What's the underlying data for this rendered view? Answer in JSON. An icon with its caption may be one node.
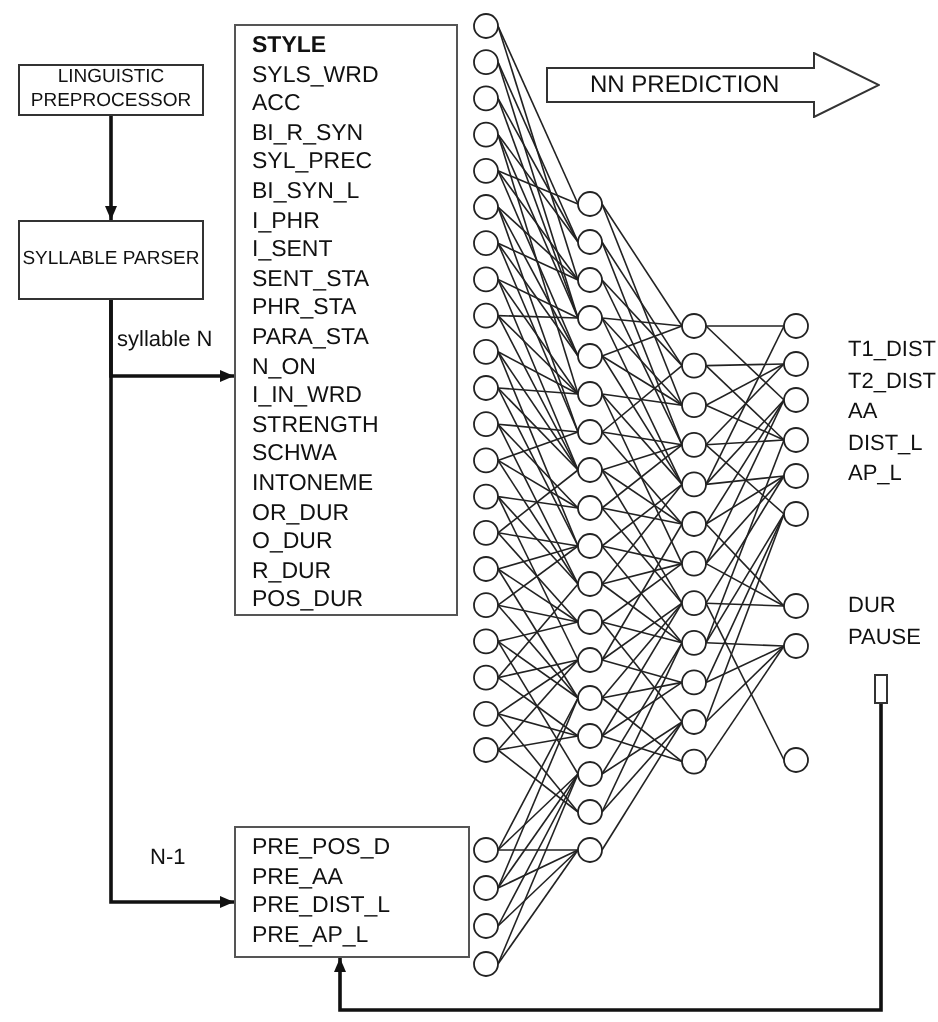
{
  "diagram": {
    "nodes": [
      {
        "text": [
          "LINGUISTIC PREPROCESSOR"
        ]
      },
      {
        "text": [
          "SYLLABLE PARSER"
        ]
      },
      {
        "text": [
          "STYLE",
          "SYLS_WRD",
          "ACC",
          "BI_R_SYN",
          "SYL_PREC",
          "BI_SYN_L",
          "I_PHR",
          "I_SENT",
          "SENT_STA",
          "PHR_STA",
          "PARA_STA",
          "N_ON",
          "I_IN_WRD",
          "STRENGTH",
          "SCHWA",
          "INTONEME",
          "OR_DUR",
          "O_DUR",
          "R_DUR",
          "POS_DUR"
        ]
      },
      {
        "text": [
          "PRE_POS_D",
          "PRE_AA",
          "PRE_DIST_L",
          "PRE_AP_L"
        ]
      },
      {
        "text": [
          "NN PREDICTION"
        ]
      },
      {
        "text": [],
        "shape": "picture"
      },
      {
        "text": [],
        "shape": "box"
      }
    ],
    "edges": [
      {
        "from": 0,
        "to": 1,
        "arrow": "to"
      },
      {
        "from": 1,
        "to": 2,
        "arrow": "to",
        "label": "syllable N"
      },
      {
        "from": 1,
        "to": 3,
        "arrow": "to",
        "label": "N-1"
      },
      {
        "from": 6,
        "to": 3,
        "arrow": "to"
      }
    ],
    "labels": [
      "T1_DIST",
      "T2_DIST",
      "AA",
      "DIST_L",
      "AP_L",
      "DUR",
      "PAUSE"
    ]
  }
}
